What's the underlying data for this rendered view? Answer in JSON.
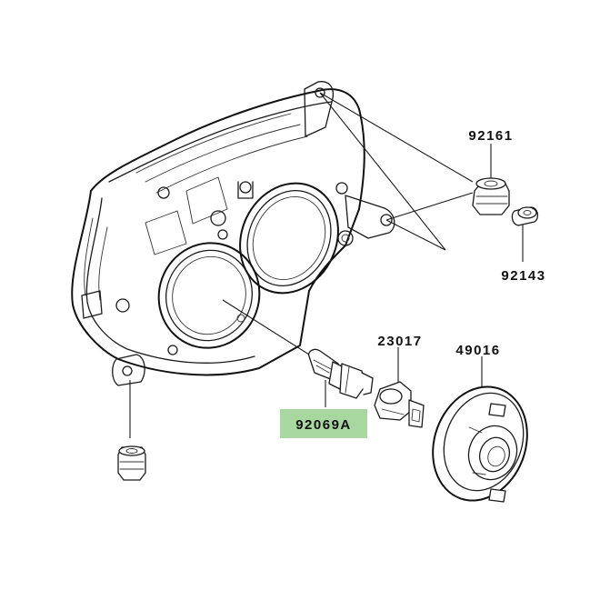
{
  "diagram": {
    "parts": [
      {
        "id": "92161",
        "label": "92161",
        "highlighted": false
      },
      {
        "id": "92143",
        "label": "92143",
        "highlighted": false
      },
      {
        "id": "23017",
        "label": "23017",
        "highlighted": false
      },
      {
        "id": "49016",
        "label": "49016",
        "highlighted": false
      },
      {
        "id": "92069A",
        "label": "92069A",
        "highlighted": true
      }
    ],
    "highlight_color": "#a8d8a0",
    "line_color": "#1a1a1a"
  }
}
